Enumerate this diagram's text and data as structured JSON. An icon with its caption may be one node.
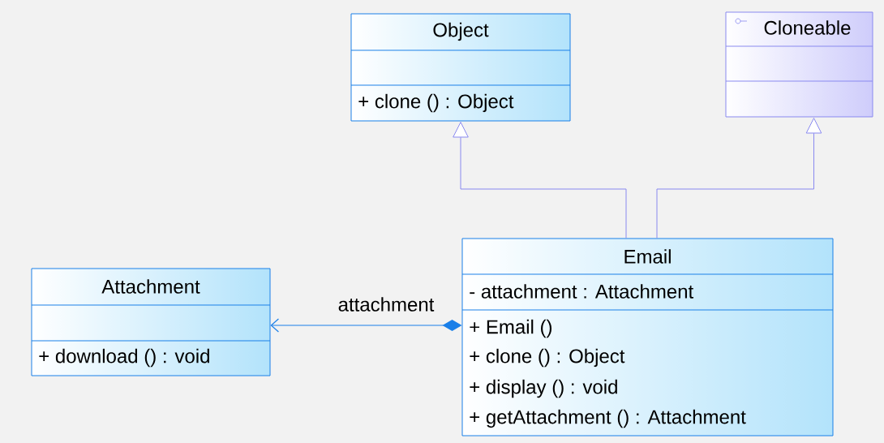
{
  "diagram": {
    "nodes": [
      {
        "text": [
          "Object",
          "+ clone () : Object"
        ]
      },
      {
        "text": [
          "Cloneable"
        ]
      },
      {
        "text": [
          "Attachment",
          "+ download () : void"
        ]
      },
      {
        "text": [
          "Email",
          "- attachment : Attachment",
          "+ Email ()",
          "+ clone () : Object",
          "+ display () : void",
          "+ getAttachment () : Attachment"
        ]
      }
    ],
    "edges": [
      {
        "from": 3,
        "to": 0,
        "arrow": "to"
      },
      {
        "from": 3,
        "to": 1,
        "arrow": "to"
      },
      {
        "from": 3,
        "to": 2,
        "arrow": "to",
        "label": "attachment",
        "color": "#1a7fe8"
      }
    ]
  }
}
